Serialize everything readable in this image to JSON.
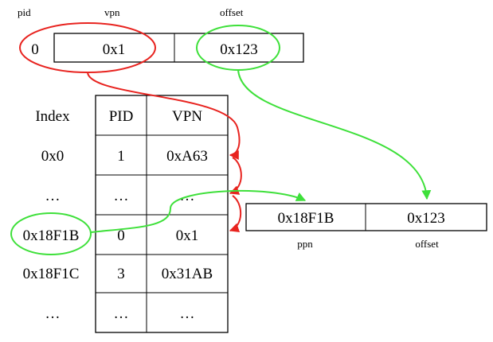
{
  "virtual_address": {
    "labels": {
      "pid": "pid",
      "vpn": "vpn",
      "offset": "offset"
    },
    "pid": "0",
    "vpn": "0x1",
    "offset": "0x123"
  },
  "page_table": {
    "headers": {
      "index": "Index",
      "pid": "PID",
      "vpn": "VPN"
    },
    "rows": [
      {
        "index": "0x0",
        "pid": "1",
        "vpn": "0xA63"
      },
      {
        "index": "…",
        "pid": "…",
        "vpn": "…"
      },
      {
        "index": "0x18F1B",
        "pid": "0",
        "vpn": "0x1"
      },
      {
        "index": "0x18F1C",
        "pid": "3",
        "vpn": "0x31AB"
      },
      {
        "index": "…",
        "pid": "…",
        "vpn": "…"
      }
    ]
  },
  "physical_address": {
    "ppn": "0x18F1B",
    "offset": "0x123",
    "labels": {
      "ppn": "ppn",
      "offset": "offset"
    }
  },
  "colors": {
    "red": "#e8231f",
    "green": "#3ee03a",
    "black": "#000000"
  }
}
